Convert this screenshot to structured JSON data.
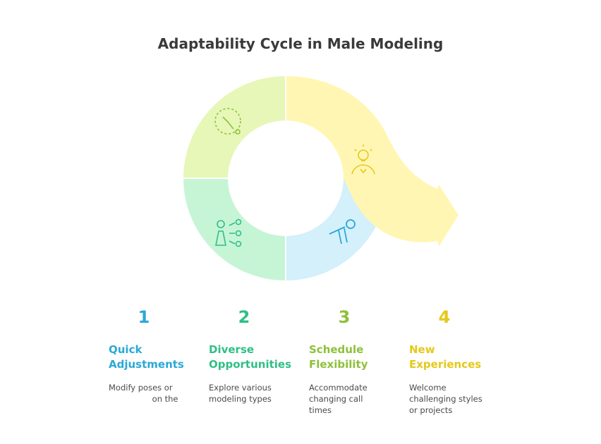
{
  "title": "Adaptability Cycle in Male Modeling",
  "colors": {
    "blue": "#2aa9d6",
    "green": "#2fbf85",
    "olive": "#8ec03a",
    "yellow": "#e6c81a",
    "seg_top_left": "#e6f7b8",
    "seg_bottom_left": "#c6f5d6",
    "seg_bottom_right": "#d3f0fb",
    "arrow": "#fff6b3"
  },
  "steps": [
    {
      "number": "1",
      "heading_line1": "Quick",
      "heading_line2": "Adjustments",
      "desc_line1": "Modify poses or",
      "desc_line2_end": "on the",
      "icon": "stopwatch-icon"
    },
    {
      "number": "2",
      "heading_line1": "Diverse",
      "heading_line2": "Opportunities",
      "desc_line1": "Explore various",
      "desc_line2": "modeling types",
      "icon": "person-options-icon"
    },
    {
      "number": "3",
      "heading_line1": "Schedule",
      "heading_line2": "Flexibility",
      "desc_line1": "Accommodate",
      "desc_line2": "changing call",
      "desc_line3": "times",
      "icon": "flexible-person-icon"
    },
    {
      "number": "4",
      "heading_line1": "New",
      "heading_line2": "Experiences",
      "desc_line1": "Welcome",
      "desc_line2": "challenging styles",
      "desc_line3": "or projects",
      "icon": "idea-person-icon"
    }
  ]
}
